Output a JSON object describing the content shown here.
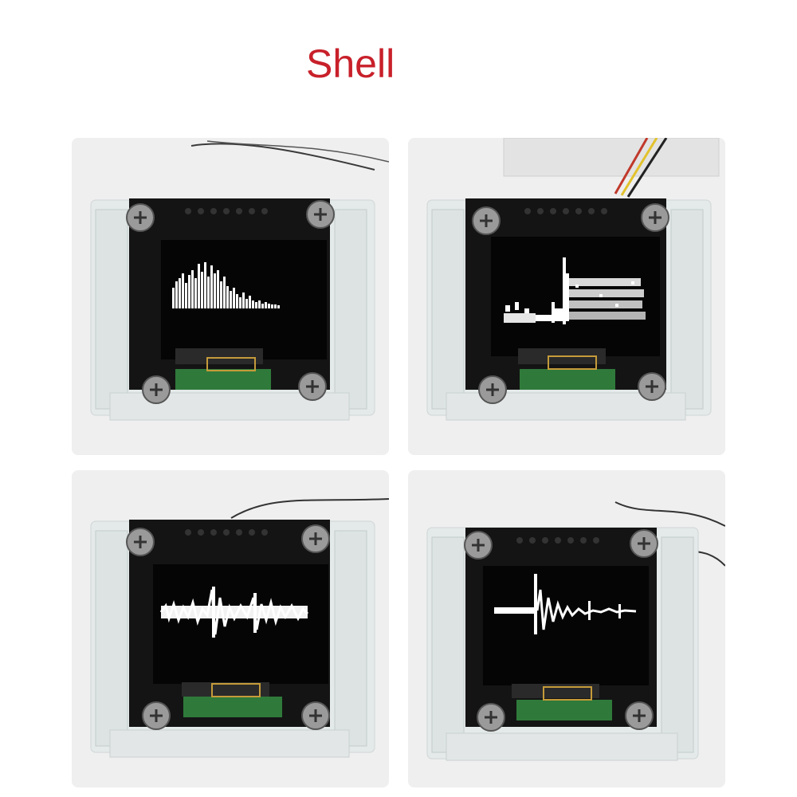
{
  "title": "Shell",
  "colors": {
    "title": "#c8202a",
    "pcb": "#121212",
    "screen": "#050505",
    "oled_pixel": "#ffffff",
    "pcb_green": "#2f7a3a",
    "acrylic": "#e7ecec"
  },
  "photos": [
    {
      "id": "photo-top-left",
      "display_mode": "spectrum-bars"
    },
    {
      "id": "photo-top-right",
      "display_mode": "spectrum-dots"
    },
    {
      "id": "photo-bottom-left",
      "display_mode": "waveform"
    },
    {
      "id": "photo-bottom-right",
      "display_mode": "waveform-decay"
    }
  ]
}
